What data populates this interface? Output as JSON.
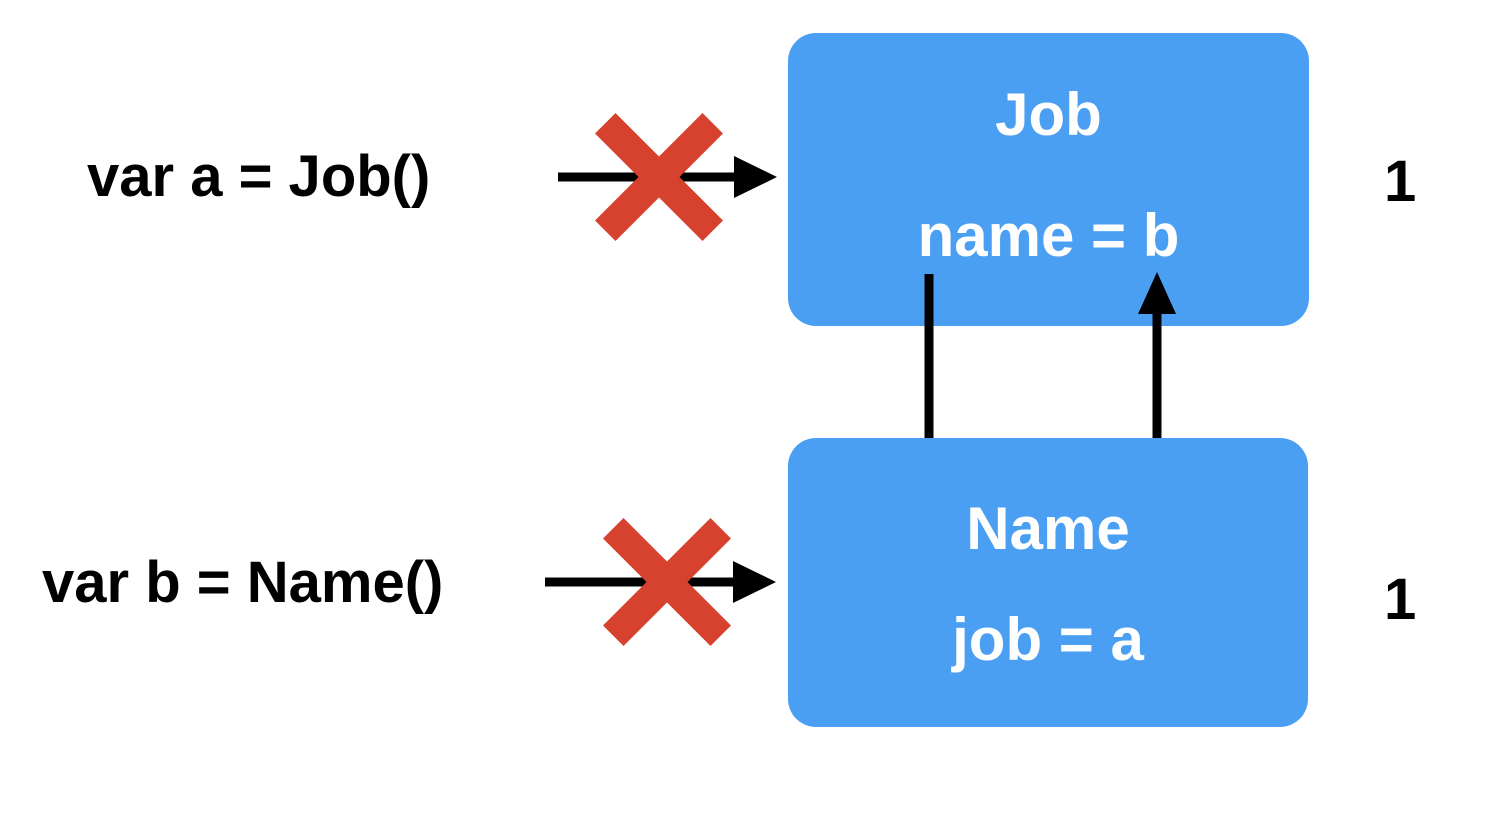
{
  "diagram_title": "retain-cycle-diagram",
  "colors": {
    "background": "#ffffff",
    "box_fill": "#4A9FF2",
    "box_text": "#ffffff",
    "cross_red": "#D7422F",
    "arrow_black": "#000000",
    "label_text": "#000000"
  },
  "icons": {
    "cross": "red-x-broken-reference-icon",
    "right_arrow": "assignment-arrow-icon",
    "down_arrow": "strong-reference-down-arrow-icon",
    "up_arrow": "strong-reference-up-arrow-icon"
  },
  "rows": {
    "top": {
      "code_label": "var a = Job()",
      "box": {
        "title": "Job",
        "field": "name = b"
      },
      "ref_count": "1"
    },
    "bottom": {
      "code_label": "var b = Name()",
      "box": {
        "title": "Name",
        "field": "job = a"
      },
      "ref_count": "1"
    }
  }
}
